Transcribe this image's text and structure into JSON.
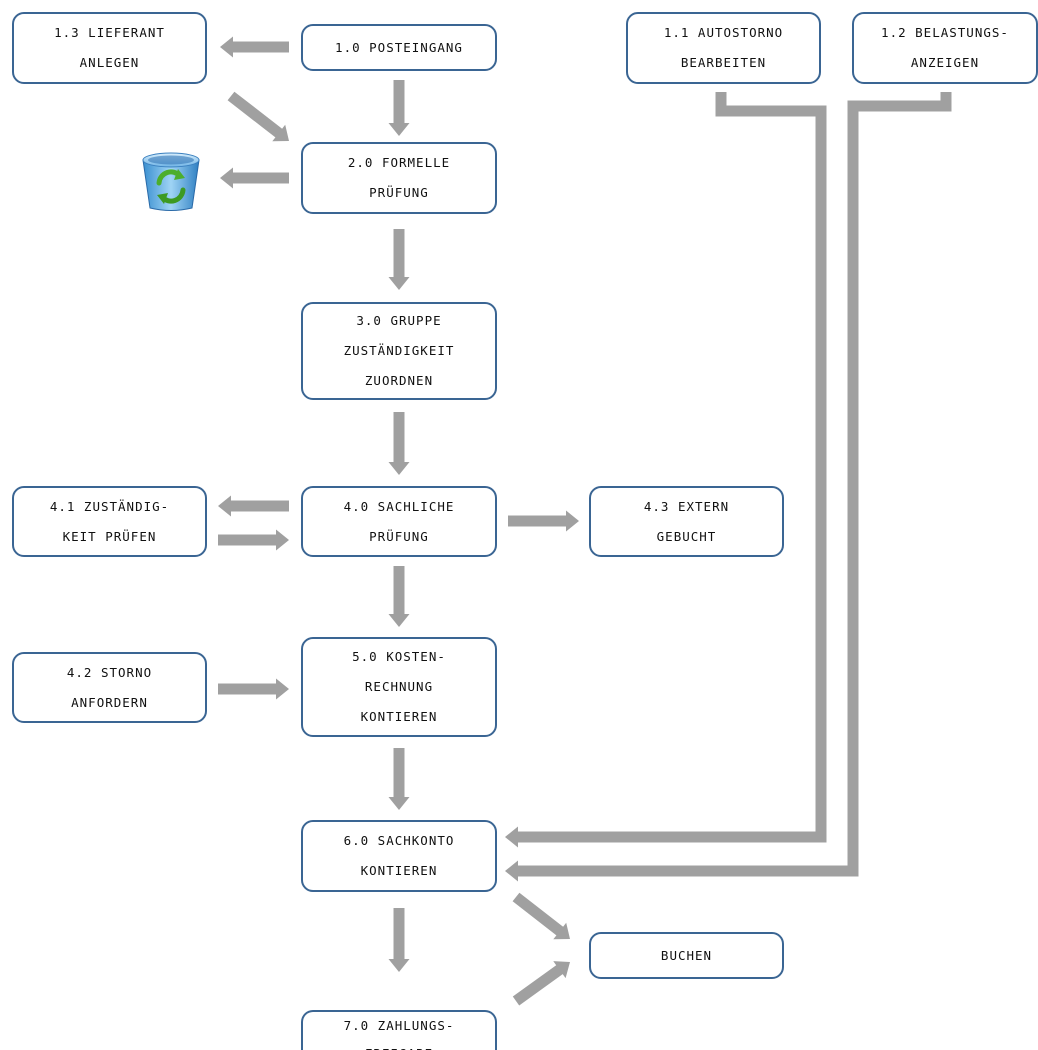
{
  "diagram": {
    "colors": {
      "box_border": "#3a6593",
      "box_fill": "#ffffff",
      "text": "#111111",
      "arrow": "#a0a0a0"
    },
    "nodes": {
      "lieferant_anlegen": {
        "line1": "1.3 LIEFERANT",
        "line2": "ANLEGEN"
      },
      "posteingang": {
        "line1": "1.0 POSTEINGANG"
      },
      "autostorno": {
        "line1": "1.1 AUTOSTORNO",
        "line2": "BEARBEITEN"
      },
      "belastungsanzeigen": {
        "line1": "1.2 BELASTUNGS-",
        "line2": "ANZEIGEN"
      },
      "formelle_pruefung": {
        "line1": "2.0 FORMELLE",
        "line2": "PRÜFUNG"
      },
      "gruppe_zustaendigkeit": {
        "line1": "3.0 GRUPPE",
        "line2": "ZUSTÄNDIGKEIT",
        "line3": "ZUORDNEN"
      },
      "zustaendigkeit_pruefen": {
        "line1": "4.1 ZUSTÄNDIG-",
        "line2": "KEIT PRÜFEN"
      },
      "sachliche_pruefung": {
        "line1": "4.0 SACHLICHE",
        "line2": "PRÜFUNG"
      },
      "extern_gebucht": {
        "line1": "4.3 EXTERN",
        "line2": "GEBUCHT"
      },
      "storno_anfordern": {
        "line1": "4.2 STORNO",
        "line2": "ANFORDERN"
      },
      "kostenrechnung": {
        "line1": "5.0 KOSTEN-",
        "line2": "RECHNUNG",
        "line3": "KONTIEREN"
      },
      "sachkonto": {
        "line1": "6.0 SACHKONTO",
        "line2": "KONTIEREN"
      },
      "buchen": {
        "line1": "BUCHEN"
      },
      "zahlungsfreigabe": {
        "line1": "7.0 ZAHLUNGS-",
        "line2": "FREIGABE"
      }
    },
    "icons": {
      "recycle_bin": "recycle-bin-icon"
    }
  }
}
